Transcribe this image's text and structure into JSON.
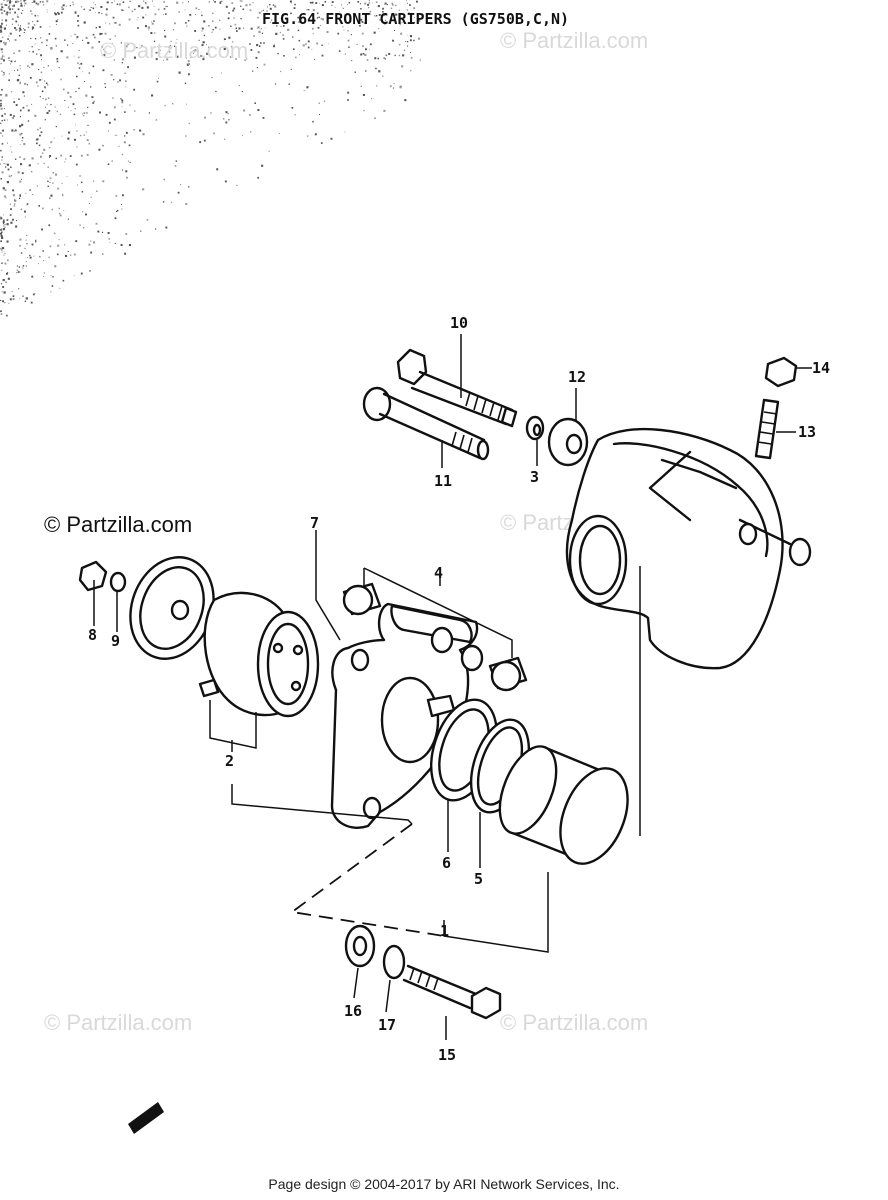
{
  "figure": {
    "title": "FIG.64  FRONT CARIPERS (GS750B,C,N)"
  },
  "watermarks": {
    "primary": "© Partzilla.com",
    "faint": "© Partzilla.com"
  },
  "callouts": [
    "1",
    "2",
    "3",
    "4",
    "5",
    "6",
    "7",
    "8",
    "9",
    "10",
    "11",
    "12",
    "13",
    "14",
    "15",
    "16",
    "17"
  ],
  "footer": {
    "text": "Page design © 2004-2017 by ARI Network Services, Inc."
  },
  "colors": {
    "ink": "#111111",
    "paper": "#ffffff",
    "watermark_faint": "#d9d9d9"
  }
}
